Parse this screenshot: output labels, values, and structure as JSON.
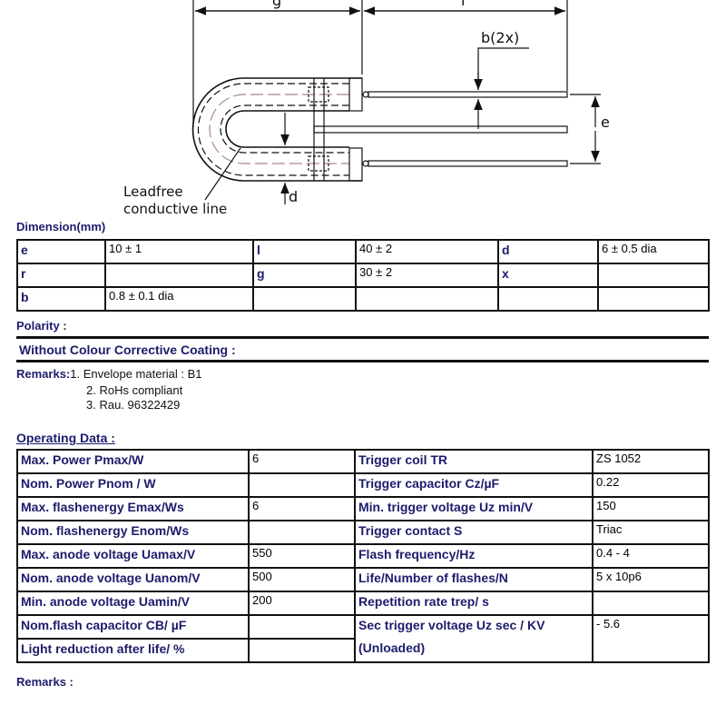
{
  "diagram": {
    "label_g": "g",
    "label_l": "l",
    "label_b": "b(2x)",
    "label_e": "e",
    "label_d": "d",
    "callout_line1": "Leadfree",
    "callout_line2": "conductive line"
  },
  "dimension": {
    "title": "Dimension(mm)",
    "rows": [
      [
        "e",
        "10 ± 1",
        "l",
        "40 ± 2",
        "d",
        "6 ± 0.5 dia"
      ],
      [
        "r",
        "",
        "g",
        "30 ± 2",
        "x",
        ""
      ],
      [
        "b",
        "0.8 ± 0.1 dia",
        "",
        "",
        "",
        ""
      ]
    ]
  },
  "polarity": "Polarity :",
  "coating": "Without Colour Corrective Coating :",
  "remarks": {
    "label": "Remarks:",
    "items": [
      "1. Envelope material : B1",
      "2. RoHs compliant",
      "3. Rau. 96322429"
    ]
  },
  "operating": {
    "title": "Operating Data :",
    "rows": [
      [
        "Max. Power  Pmax/W",
        "6",
        "Trigger coil TR",
        "ZS 1052"
      ],
      [
        "Nom. Power  Pnom / W",
        "",
        "Trigger capacitor Cz/µF",
        "0.22"
      ],
      [
        "Max. flashenergy Emax/Ws",
        "6",
        "Min. trigger voltage  Uz min/V",
        "150"
      ],
      [
        "Nom. flashenergy Enom/Ws",
        "",
        "Trigger contact S",
        "Triac"
      ],
      [
        "Max. anode voltage Uamax/V",
        "550",
        "Flash frequency/Hz",
        "0.4 - 4"
      ],
      [
        "Nom. anode voltage Uanom/V",
        "500",
        "Life/Number of flashes/N",
        "5 x 10p6"
      ],
      [
        "Min. anode voltage Uamin/V",
        "200",
        "Repetition rate trep/ s",
        ""
      ]
    ],
    "row8": {
      "k1": "Nom.flash capacitor CB/ µF",
      "v1": "",
      "k2a": "Sec trigger voltage  Uz sec / KV",
      "k2b": "(Unloaded)",
      "v2": "- 5.6"
    },
    "row9": {
      "k1": "Light reduction after life/ %",
      "v1": ""
    }
  },
  "remarks2": "Remarks :"
}
